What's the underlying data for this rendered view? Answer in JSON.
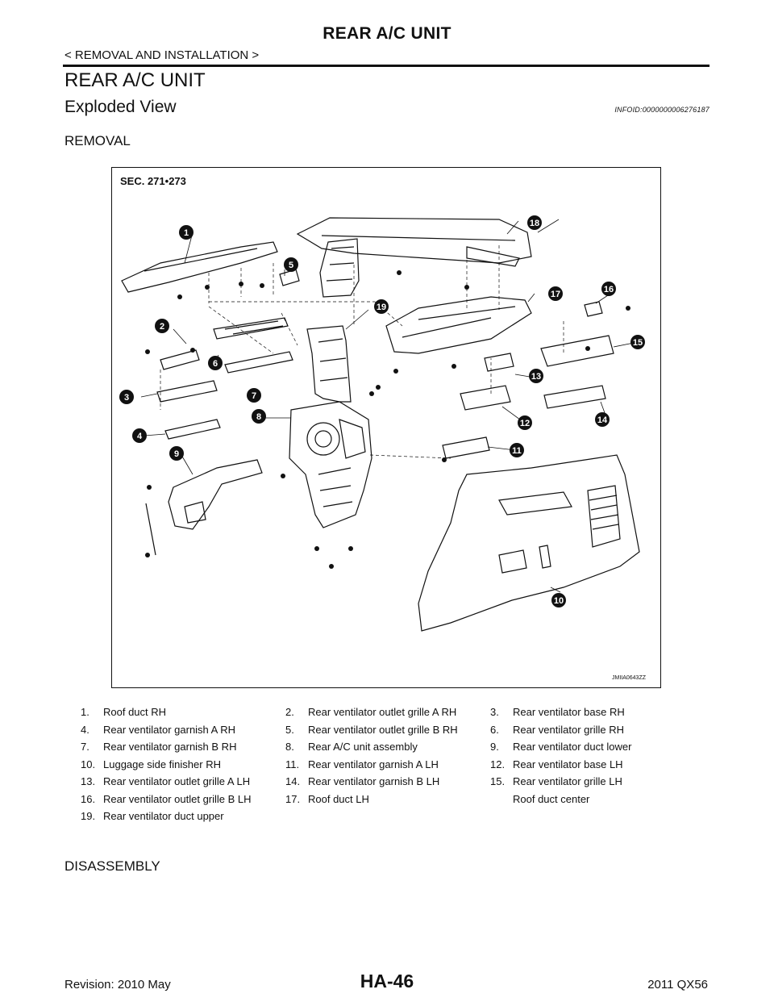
{
  "header": {
    "title": "REAR A/C UNIT",
    "breadcrumb": "< REMOVAL AND INSTALLATION >"
  },
  "section_title": "REAR A/C UNIT",
  "subsection": {
    "title": "Exploded View",
    "info_id": "INFOID:0000000006276187"
  },
  "step_removal": "REMOVAL",
  "figure": {
    "sec_label": "SEC. 271•273",
    "code": "JMIIA0643ZZ",
    "callouts": [
      "1",
      "2",
      "3",
      "4",
      "5",
      "6",
      "7",
      "8",
      "9",
      "10",
      "11",
      "12",
      "13",
      "14",
      "15",
      "16",
      "17",
      "18",
      "19"
    ]
  },
  "legend": [
    {
      "num": "1.",
      "text": "Roof duct RH"
    },
    {
      "num": "2.",
      "text": "Rear ventilator outlet grille A RH"
    },
    {
      "num": "3.",
      "text": "Rear ventilator base RH"
    },
    {
      "num": "4.",
      "text": "Rear ventilator garnish A RH"
    },
    {
      "num": "5.",
      "text": "Rear ventilator outlet grille B RH"
    },
    {
      "num": "6.",
      "text": "Rear ventilator grille RH"
    },
    {
      "num": "7.",
      "text": "Rear ventilator garnish B RH"
    },
    {
      "num": "8.",
      "text": "Rear A/C unit assembly"
    },
    {
      "num": "9.",
      "text": "Rear ventilator duct lower"
    },
    {
      "num": "10.",
      "text": "Luggage side finisher RH"
    },
    {
      "num": "11.",
      "text": "Rear ventilator garnish A LH"
    },
    {
      "num": "12.",
      "text": "Rear ventilator base LH"
    },
    {
      "num": "13.",
      "text": "Rear ventilator outlet grille A LH"
    },
    {
      "num": "14.",
      "text": "Rear ventilator garnish B LH"
    },
    {
      "num": "15.",
      "text": "Rear ventilator grille LH"
    },
    {
      "num": "16.",
      "text": "Rear ventilator outlet grille B LH"
    },
    {
      "num": "17.",
      "text": "Roof duct LH"
    },
    {
      "num": "",
      "text": "Roof duct center"
    },
    {
      "num": "19.",
      "text": "Rear ventilator duct upper"
    }
  ],
  "step_disassembly": "DISASSEMBLY",
  "footer": {
    "revision": "Revision: 2010 May",
    "page": "HA-46",
    "model": "2011 QX56"
  }
}
